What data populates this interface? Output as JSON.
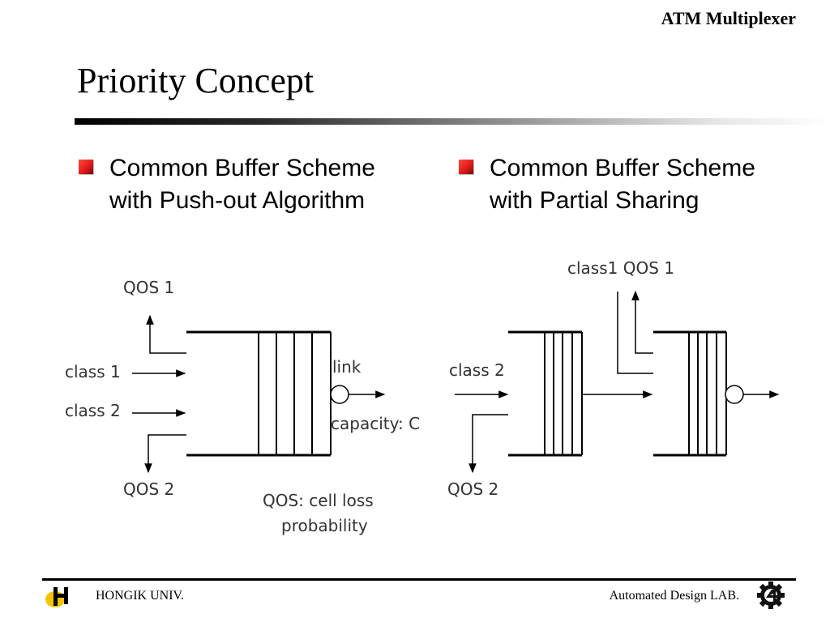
{
  "header": {
    "title": "ATM Multiplexer"
  },
  "slide": {
    "title": "Priority Concept"
  },
  "bullets": [
    {
      "line1": "Common Buffer Scheme",
      "line2": "with Push-out Algorithm"
    },
    {
      "line1": "Common Buffer Scheme",
      "line2": "with Partial Sharing"
    }
  ],
  "diagram_left": {
    "qos1": "QOS 1",
    "class1": "class 1",
    "class2": "class 2",
    "qos2": "QOS 2",
    "link": "link",
    "capacity": "capacity: C",
    "note_line1": "QOS: cell loss",
    "note_line2": "probability"
  },
  "diagram_right": {
    "class1_qos1": "class1  QOS 1",
    "class2": "class 2",
    "qos2": "QOS 2"
  },
  "footer": {
    "left_text": "HONGIK UNIV.",
    "right_text": "Automated Design LAB."
  },
  "colors": {
    "bullet_marker": "#e21b1b",
    "logo_yellow": "#f2c400",
    "rule": "#000000"
  },
  "icons": {
    "left_logo": "hongik-h-logo-icon",
    "right_logo": "gear-four-logo-icon",
    "bullet": "red-square-bullet-icon"
  }
}
